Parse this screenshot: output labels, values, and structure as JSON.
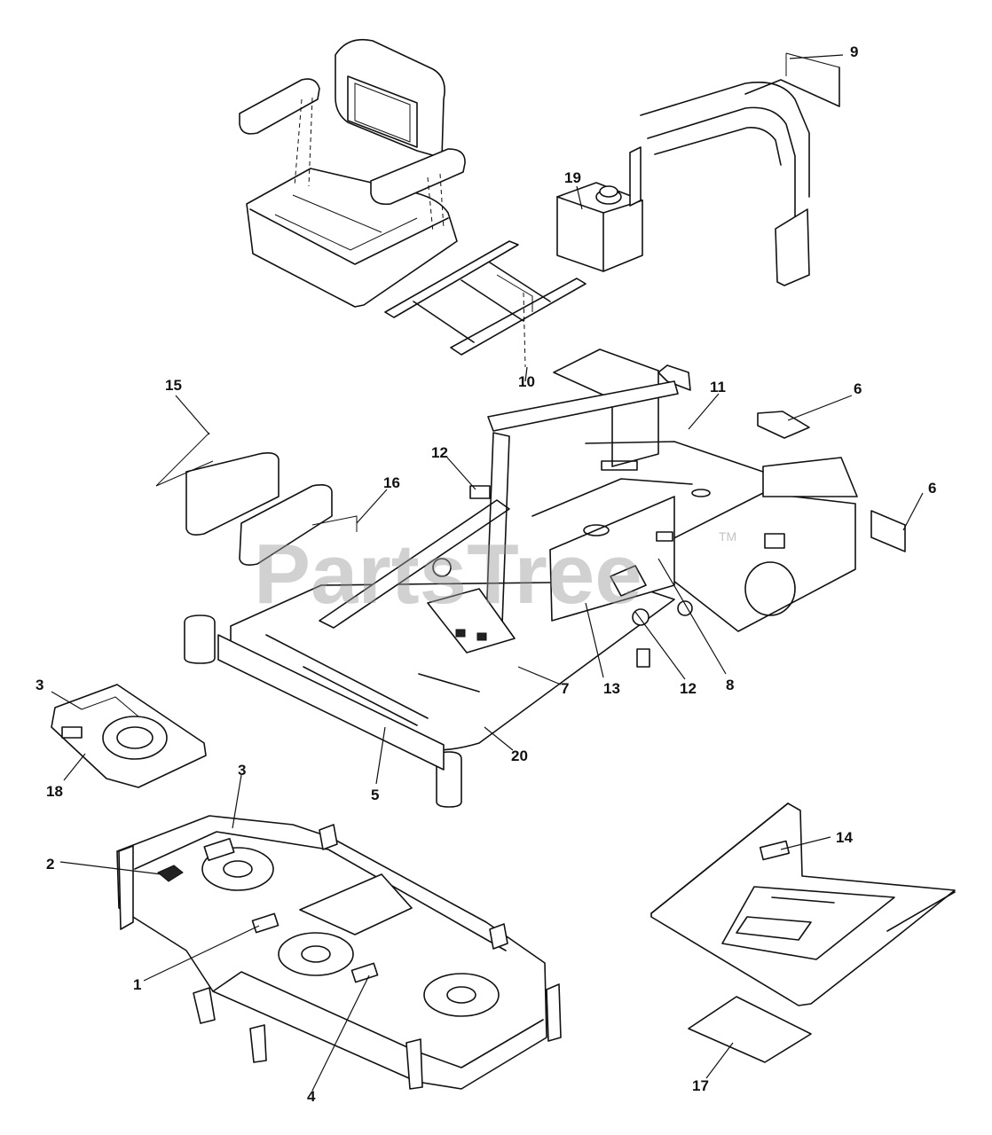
{
  "watermark": {
    "text": "PartsTree",
    "mark": "TM"
  },
  "callouts": {
    "c1": "1",
    "c2": "2",
    "c3a": "3",
    "c3b": "3",
    "c4": "4",
    "c5": "5",
    "c6a": "6",
    "c6b": "6",
    "c7": "7",
    "c8": "8",
    "c9": "9",
    "c10": "10",
    "c11": "11",
    "c12a": "12",
    "c12b": "12",
    "c13": "13",
    "c14": "14",
    "c15": "15",
    "c16": "16",
    "c17": "17",
    "c18": "18",
    "c19": "19",
    "c20": "20"
  }
}
